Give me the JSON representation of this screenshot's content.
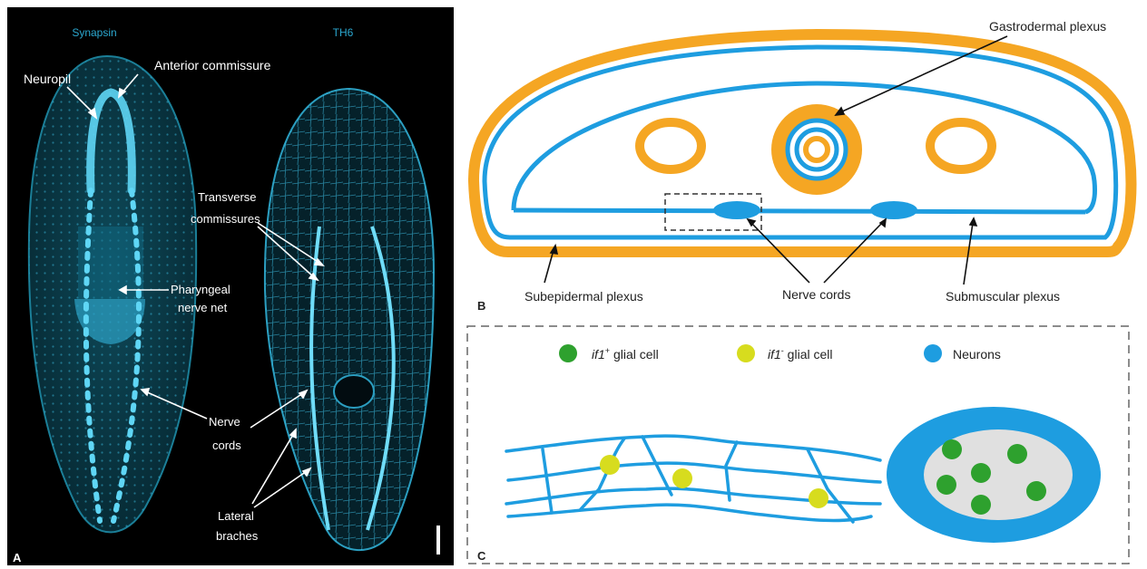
{
  "panel_a": {
    "panel_letter": "A",
    "left_stain": "Synapsin",
    "right_stain": "TH6",
    "labels": {
      "neuropil": "Neuropil",
      "anterior_commissure": "Anterior commissure",
      "transverse_commissures_1": "Transverse",
      "transverse_commissures_2": "commissures",
      "pharyngeal_1": "Pharyngeal",
      "pharyngeal_2": "nerve net",
      "nerve_cords_1": "Nerve",
      "nerve_cords_2": "cords",
      "lateral_branches_1": "Lateral",
      "lateral_branches_2": "braches"
    }
  },
  "panel_b": {
    "panel_letter": "B",
    "labels": {
      "gastrodermal": "Gastrodermal plexus",
      "subepidermal": "Subepidermal plexus",
      "nerve_cords": "Nerve cords",
      "submuscular": "Submuscular plexus"
    }
  },
  "panel_c": {
    "panel_letter": "C",
    "legend": [
      {
        "italic": "if1",
        "sup": "+",
        "text": " glial cell",
        "color": "#2ea12e"
      },
      {
        "italic": "if1",
        "sup": "-",
        "text": " glial cell",
        "color": "#d7dc1e"
      },
      {
        "italic": "",
        "sup": "",
        "text": "Neurons",
        "color": "#1e9de0"
      }
    ]
  },
  "colors": {
    "blue": "#1e9de0",
    "orange": "#f5a623",
    "glow": "#3fc6ee",
    "green": "#2ea12e",
    "yellow": "#d7dc1e"
  }
}
